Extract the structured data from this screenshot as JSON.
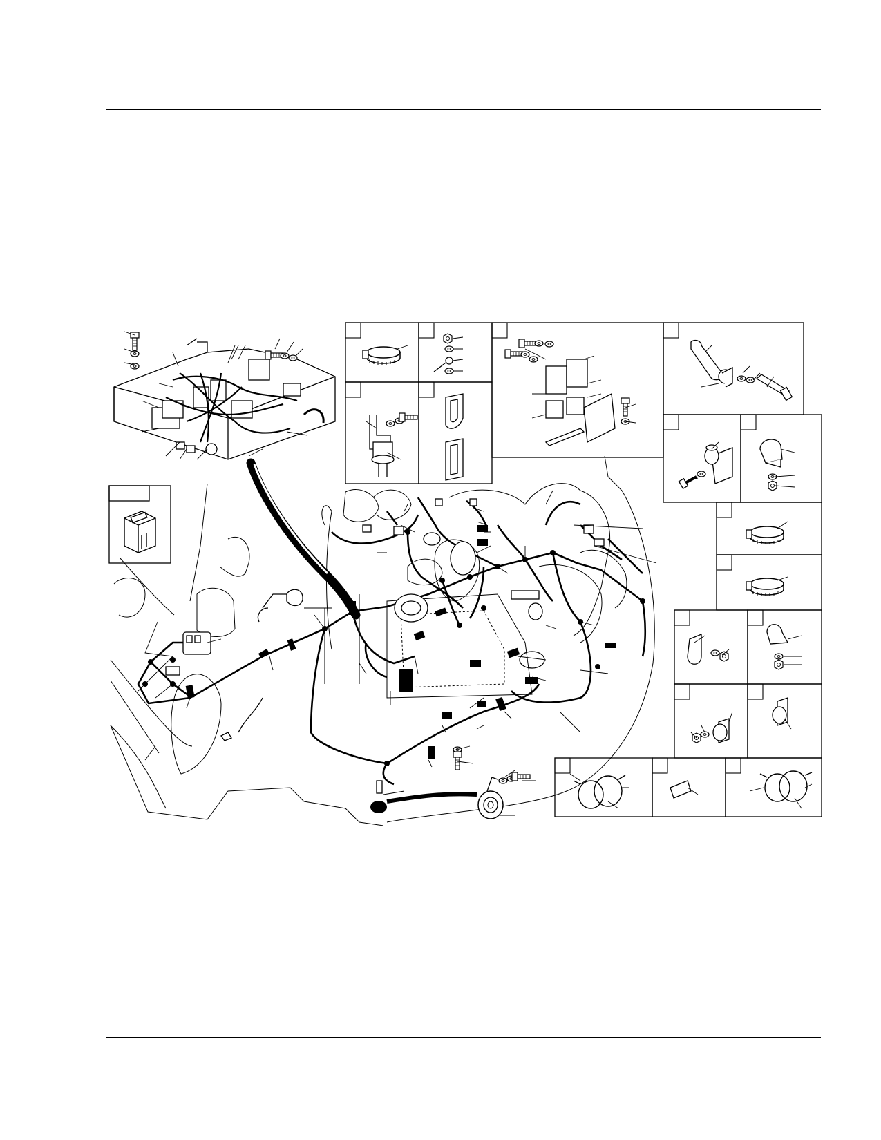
{
  "page": {
    "background": "#ffffff",
    "line_color": "#000000"
  },
  "diagram": {
    "description_note": "",
    "inset_boxes": [
      {
        "id": "inset-band-clamp-a",
        "kind": "band-clamp"
      },
      {
        "id": "inset-nut-washer",
        "kind": "nut-washer-terminal"
      },
      {
        "id": "inset-relay-bracket",
        "kind": "relay-bracket"
      },
      {
        "id": "inset-rod-clip",
        "kind": "rod-clip-bolt"
      },
      {
        "id": "inset-clip-bolt-bracket",
        "kind": "clip-bolt-bracket"
      },
      {
        "id": "inset-clip-nut",
        "kind": "clip-nut"
      },
      {
        "id": "inset-sensor-clamp",
        "kind": "sensor-clamp"
      },
      {
        "id": "inset-channel",
        "kind": "channel"
      },
      {
        "id": "inset-fuse",
        "kind": "fuse"
      },
      {
        "id": "inset-band-clamp-b",
        "kind": "band-clamp"
      },
      {
        "id": "inset-band-clamp-c",
        "kind": "band-clamp"
      },
      {
        "id": "inset-p-clip-a",
        "kind": "p-clip-nut"
      },
      {
        "id": "inset-p-clip-b",
        "kind": "p-clip-nut"
      },
      {
        "id": "inset-p-clip-c",
        "kind": "p-clip-bolt"
      },
      {
        "id": "inset-p-clip-d",
        "kind": "p-clip"
      },
      {
        "id": "inset-double-clamp-a",
        "kind": "double-clamp"
      },
      {
        "id": "inset-tab",
        "kind": "tab"
      },
      {
        "id": "inset-double-clamp-b",
        "kind": "double-clamp"
      }
    ]
  }
}
